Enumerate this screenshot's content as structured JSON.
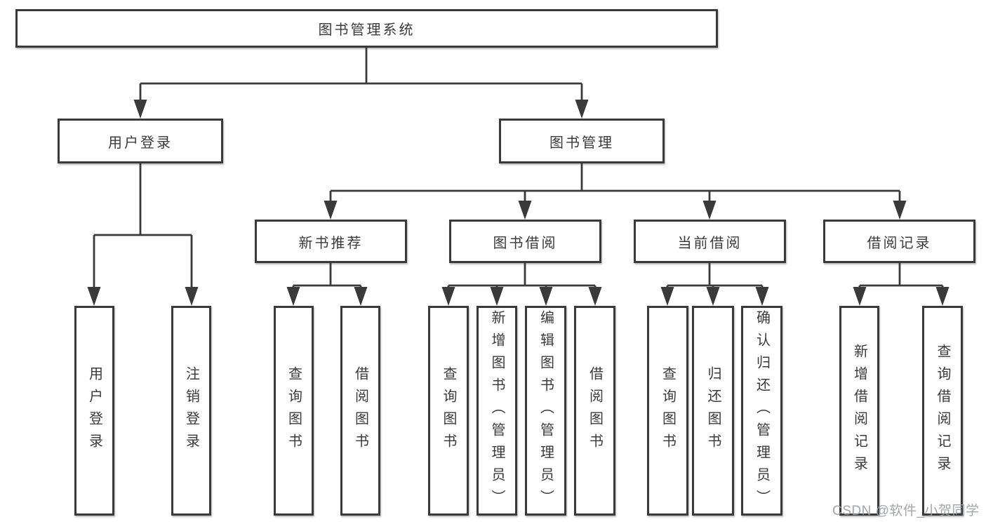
{
  "diagram": {
    "root": {
      "label": "图书管理系统",
      "children": [
        {
          "label": "用户登录",
          "children": [
            {
              "label": "用户登录"
            },
            {
              "label": "注销登录"
            }
          ]
        },
        {
          "label": "图书管理",
          "children": [
            {
              "label": "新书推荐",
              "children": [
                {
                  "label": "查询图书"
                },
                {
                  "label": "借阅图书"
                }
              ]
            },
            {
              "label": "图书借阅",
              "children": [
                {
                  "label": "查询图书"
                },
                {
                  "label": "新增图书（管理员）"
                },
                {
                  "label": "编辑图书（管理员）"
                },
                {
                  "label": "借阅图书"
                }
              ]
            },
            {
              "label": "当前借阅",
              "children": [
                {
                  "label": "查询图书"
                },
                {
                  "label": "归还图书"
                },
                {
                  "label": "确认归还（管理员）"
                }
              ]
            },
            {
              "label": "借阅记录",
              "children": [
                {
                  "label": "新增借阅记录"
                },
                {
                  "label": "查询借阅记录"
                }
              ]
            }
          ]
        }
      ]
    }
  },
  "watermark": {
    "text": "CSDN @软件_小贺同学"
  },
  "colors": {
    "line": "#3a3a3a",
    "text": "#3a3a3a",
    "box_background": "#ffffff",
    "page_background": "#ffffff",
    "watermark": "#9ea0a4"
  }
}
